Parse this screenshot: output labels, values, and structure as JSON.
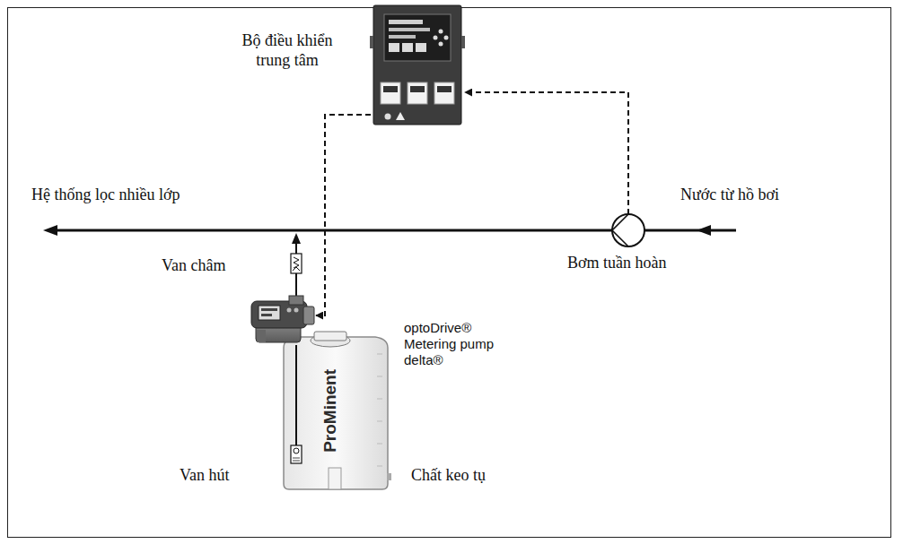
{
  "diagram": {
    "nodes": [
      {
        "text": [
          "Bộ điều khiển trung tâm"
        ]
      },
      {
        "text": [
          "Bơm tuần hoàn"
        ]
      },
      {
        "text": [
          "optoDrive® Metering pump delta®"
        ]
      }
    ],
    "edges": [
      {
        "from": 1,
        "to": 0,
        "arrow": "to"
      },
      {
        "from": 0,
        "to": 2,
        "arrow": "to"
      }
    ],
    "labels": [
      "Hệ thống lọc nhiều lớp",
      "Nước từ hồ bơi",
      "Van châm",
      "ProMinent",
      "Van hút",
      "Chất keo tụ"
    ]
  }
}
